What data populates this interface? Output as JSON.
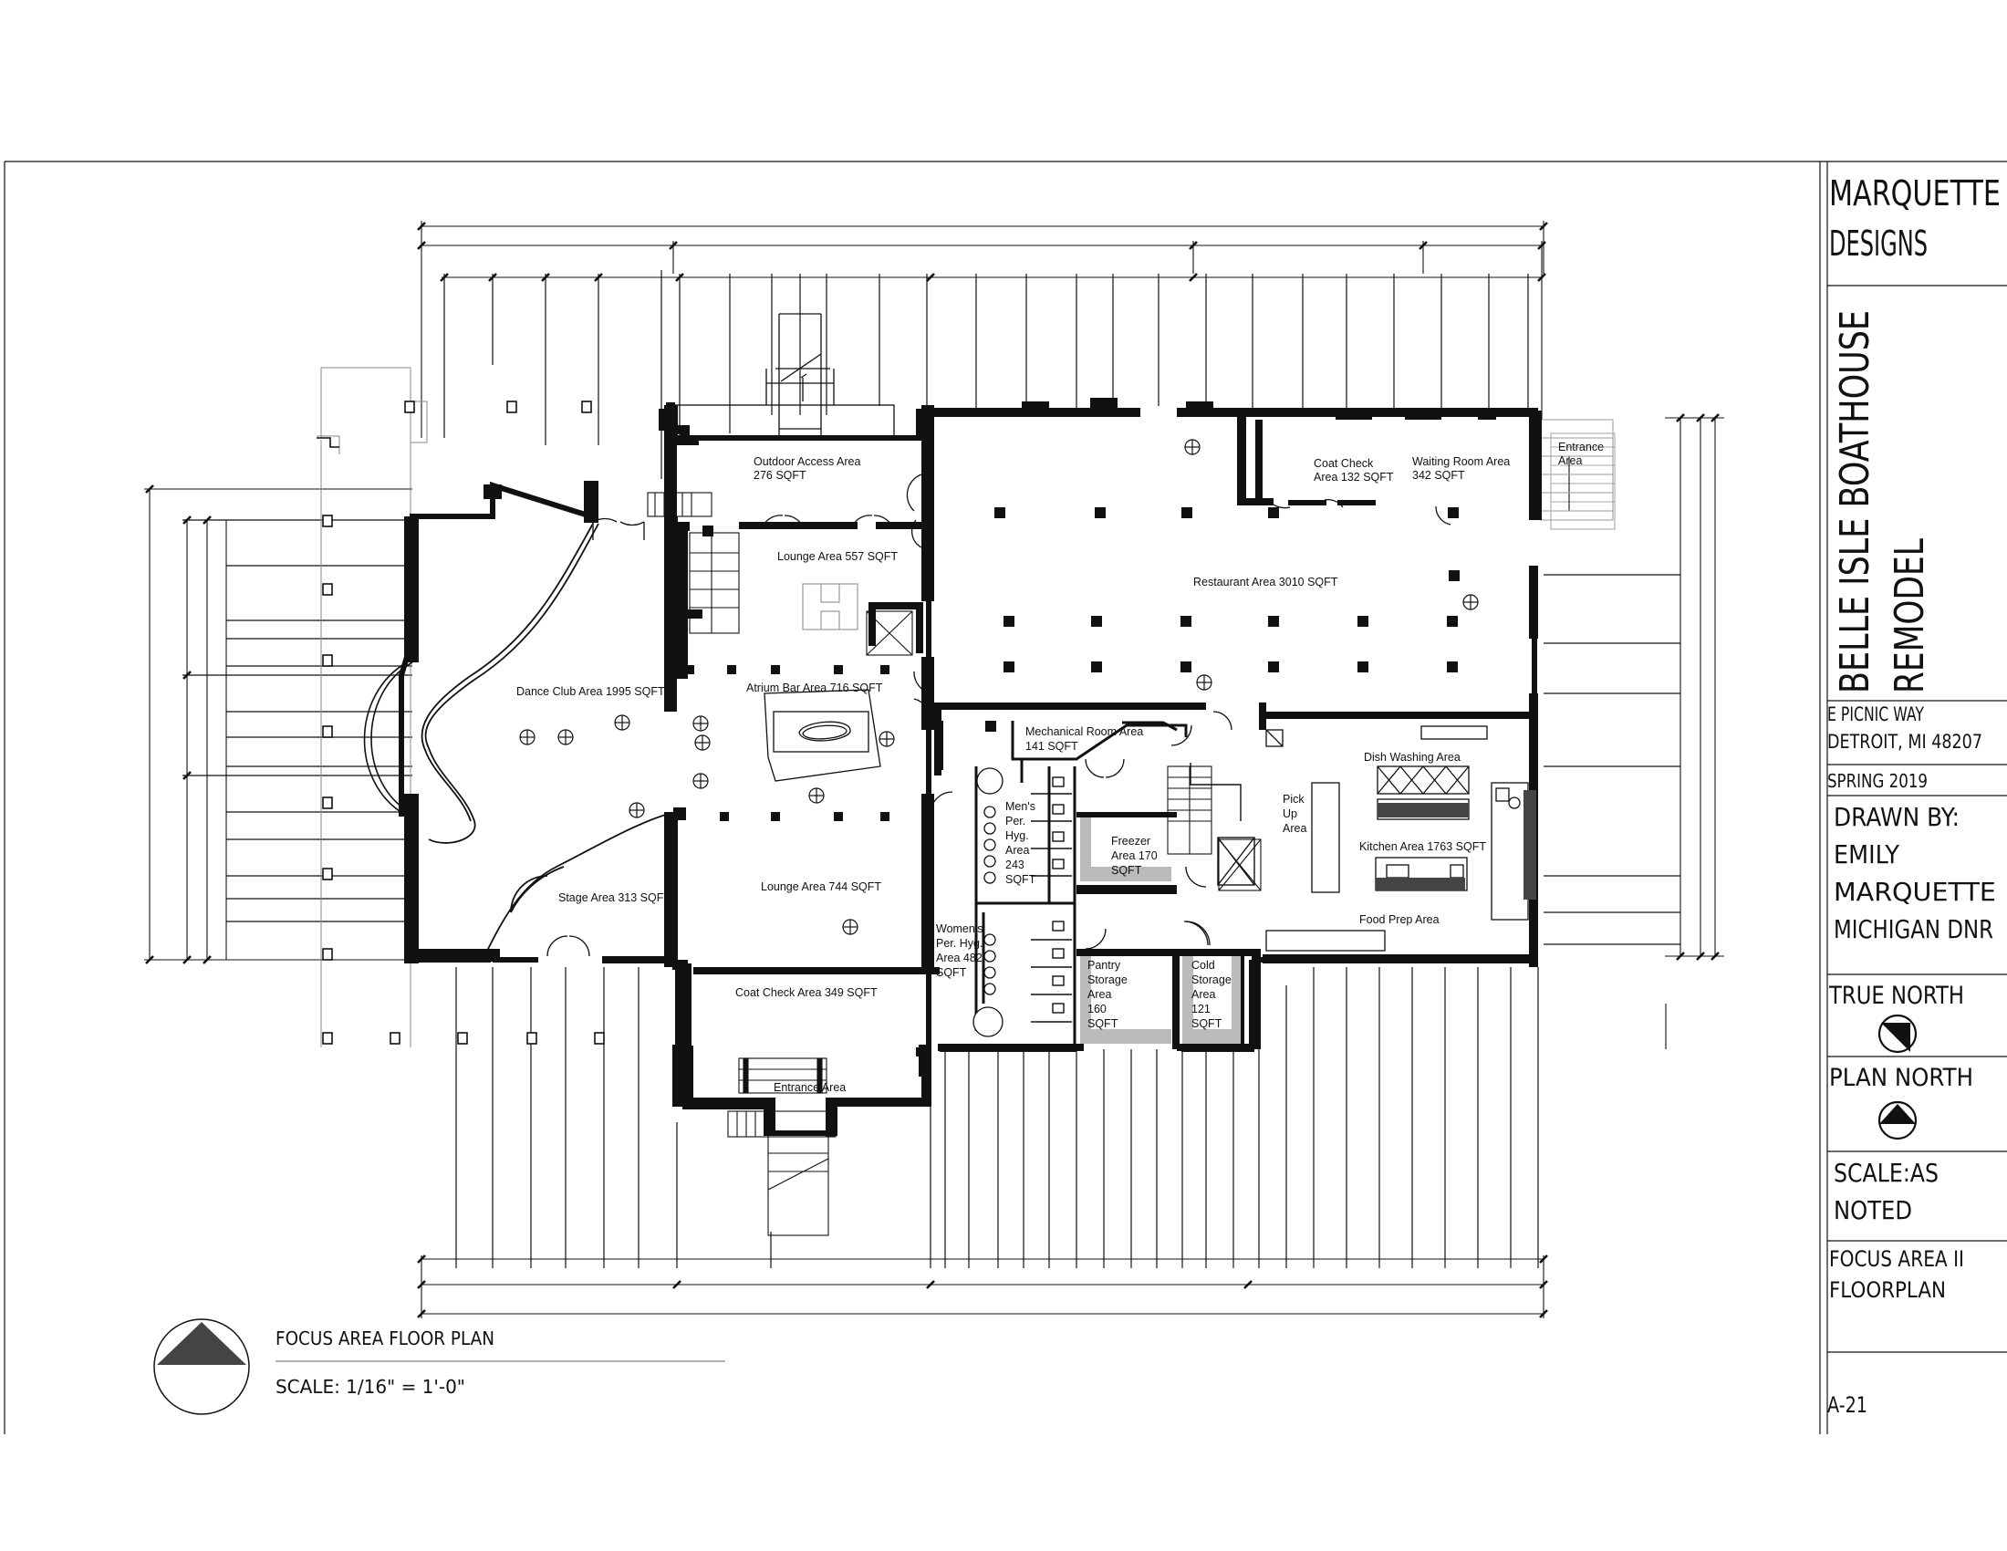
{
  "title_block": {
    "firm_line1": "MARQUETTE",
    "firm_line2": "DESIGNS",
    "project_line1": "BELLE ISLE BOATHOUSE",
    "project_line2": "REMODEL",
    "address_line1": "E PICNIC WAY",
    "address_line2": "DETROIT, MI 48207",
    "date": "SPRING 2019",
    "drawn_by_label": "DRAWN BY:",
    "drawn_by_name1": "EMILY",
    "drawn_by_name2": "MARQUETTE",
    "client": "MICHIGAN DNR",
    "true_north": "TRUE NORTH",
    "plan_north": "PLAN NORTH",
    "scale_line1": "SCALE:AS",
    "scale_line2": "NOTED",
    "sheet_title_line1": "FOCUS AREA II",
    "sheet_title_line2": "FLOORPLAN",
    "sheet_number": "A-21"
  },
  "drawing_title": {
    "title": "FOCUS AREA FLOOR PLAN",
    "scale": "SCALE: 1/16\" = 1'-0\""
  },
  "rooms": {
    "outdoor_access_1": "Outdoor Access Area",
    "outdoor_access_2": "276 SQFT",
    "lounge_557": "Lounge Area 557 SQFT",
    "coat_check_132_1": "Coat Check",
    "coat_check_132_2": "Area 132 SQFT",
    "waiting_1": "Waiting Room Area",
    "waiting_2": "342 SQFT",
    "entrance_top_1": "Entrance",
    "entrance_top_2": "Area",
    "restaurant": "Restaurant Area 3010 SQFT",
    "dance_club": "Dance Club Area 1995 SQFT",
    "atrium_bar": "Atrium Bar Area 716 SQFT",
    "mechanical_1": "Mechanical Room Area",
    "mechanical_2": "141 SQFT",
    "dish_washing": "Dish Washing Area",
    "mens_1": "Men's",
    "mens_2": "Per.",
    "mens_3": "Hyg.",
    "mens_4": "Area",
    "mens_5": "243",
    "mens_6": "SQFT",
    "freezer_1": "Freezer",
    "freezer_2": "Area 170",
    "freezer_3": "SQFT",
    "pickup_1": "Pick",
    "pickup_2": "Up",
    "pickup_3": "Area",
    "kitchen": "Kitchen Area 1763 SQFT",
    "stage": "Stage Area 313 SQFT",
    "lounge_744": "Lounge Area 744 SQFT",
    "food_prep": "Food Prep Area",
    "womens_1": "Women's",
    "womens_2": "Per. Hyg.",
    "womens_3": "Area 482",
    "womens_4": "SQFT",
    "pantry_1": "Pantry",
    "pantry_2": "Storage",
    "pantry_3": "Area",
    "pantry_4": "160",
    "pantry_5": "SQFT",
    "cold_1": "Cold",
    "cold_2": "Storage",
    "cold_3": "Area",
    "cold_4": "121",
    "cold_5": "SQFT",
    "coat_check_349": "Coat Check Area 349 SQFT",
    "entrance_bottom": "Entrance Area"
  }
}
